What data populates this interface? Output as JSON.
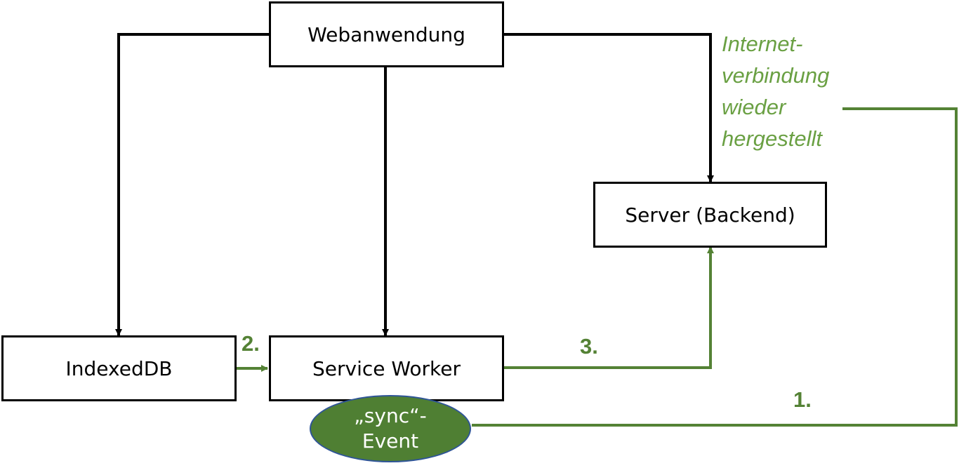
{
  "nodes": {
    "webanwendung": "Webanwendung",
    "server": "Server (Backend)",
    "indexeddb": "IndexedDB",
    "service_worker": "Service Worker",
    "sync_event": {
      "line1": "„sync“-",
      "line2": "Event"
    }
  },
  "annotation": {
    "lines": [
      "Internet-",
      "verbindung",
      "wieder",
      "hergestellt"
    ]
  },
  "steps": {
    "step1": "1.",
    "step2": "2.",
    "step3": "3."
  },
  "colors": {
    "black_line": "#000000",
    "green_line": "#548235",
    "ellipse_fill": "#4f7f33",
    "ellipse_border": "#2f5597",
    "label_green": "#548235",
    "annotation_green": "#6aa043"
  }
}
